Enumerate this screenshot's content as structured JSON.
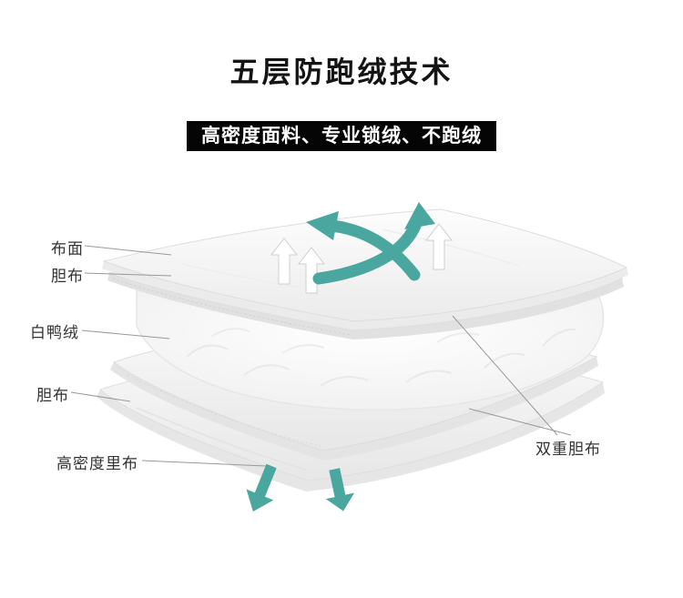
{
  "page": {
    "title": "五层防跑绒技术",
    "banner": "高密度面料、专业锁绒、不跑绒"
  },
  "labels": {
    "fabric_surface": "布面",
    "liner_upper": "胆布",
    "down_fill": "白鸭绒",
    "liner_lower": "胆布",
    "high_density_lining": "高密度里布",
    "double_liner": "双重胆布"
  },
  "colors": {
    "arrow_teal": "#4aa79f",
    "banner_bg": "#050505",
    "banner_text": "#ffffff",
    "label_text": "#333333",
    "leader_line": "#999999"
  }
}
